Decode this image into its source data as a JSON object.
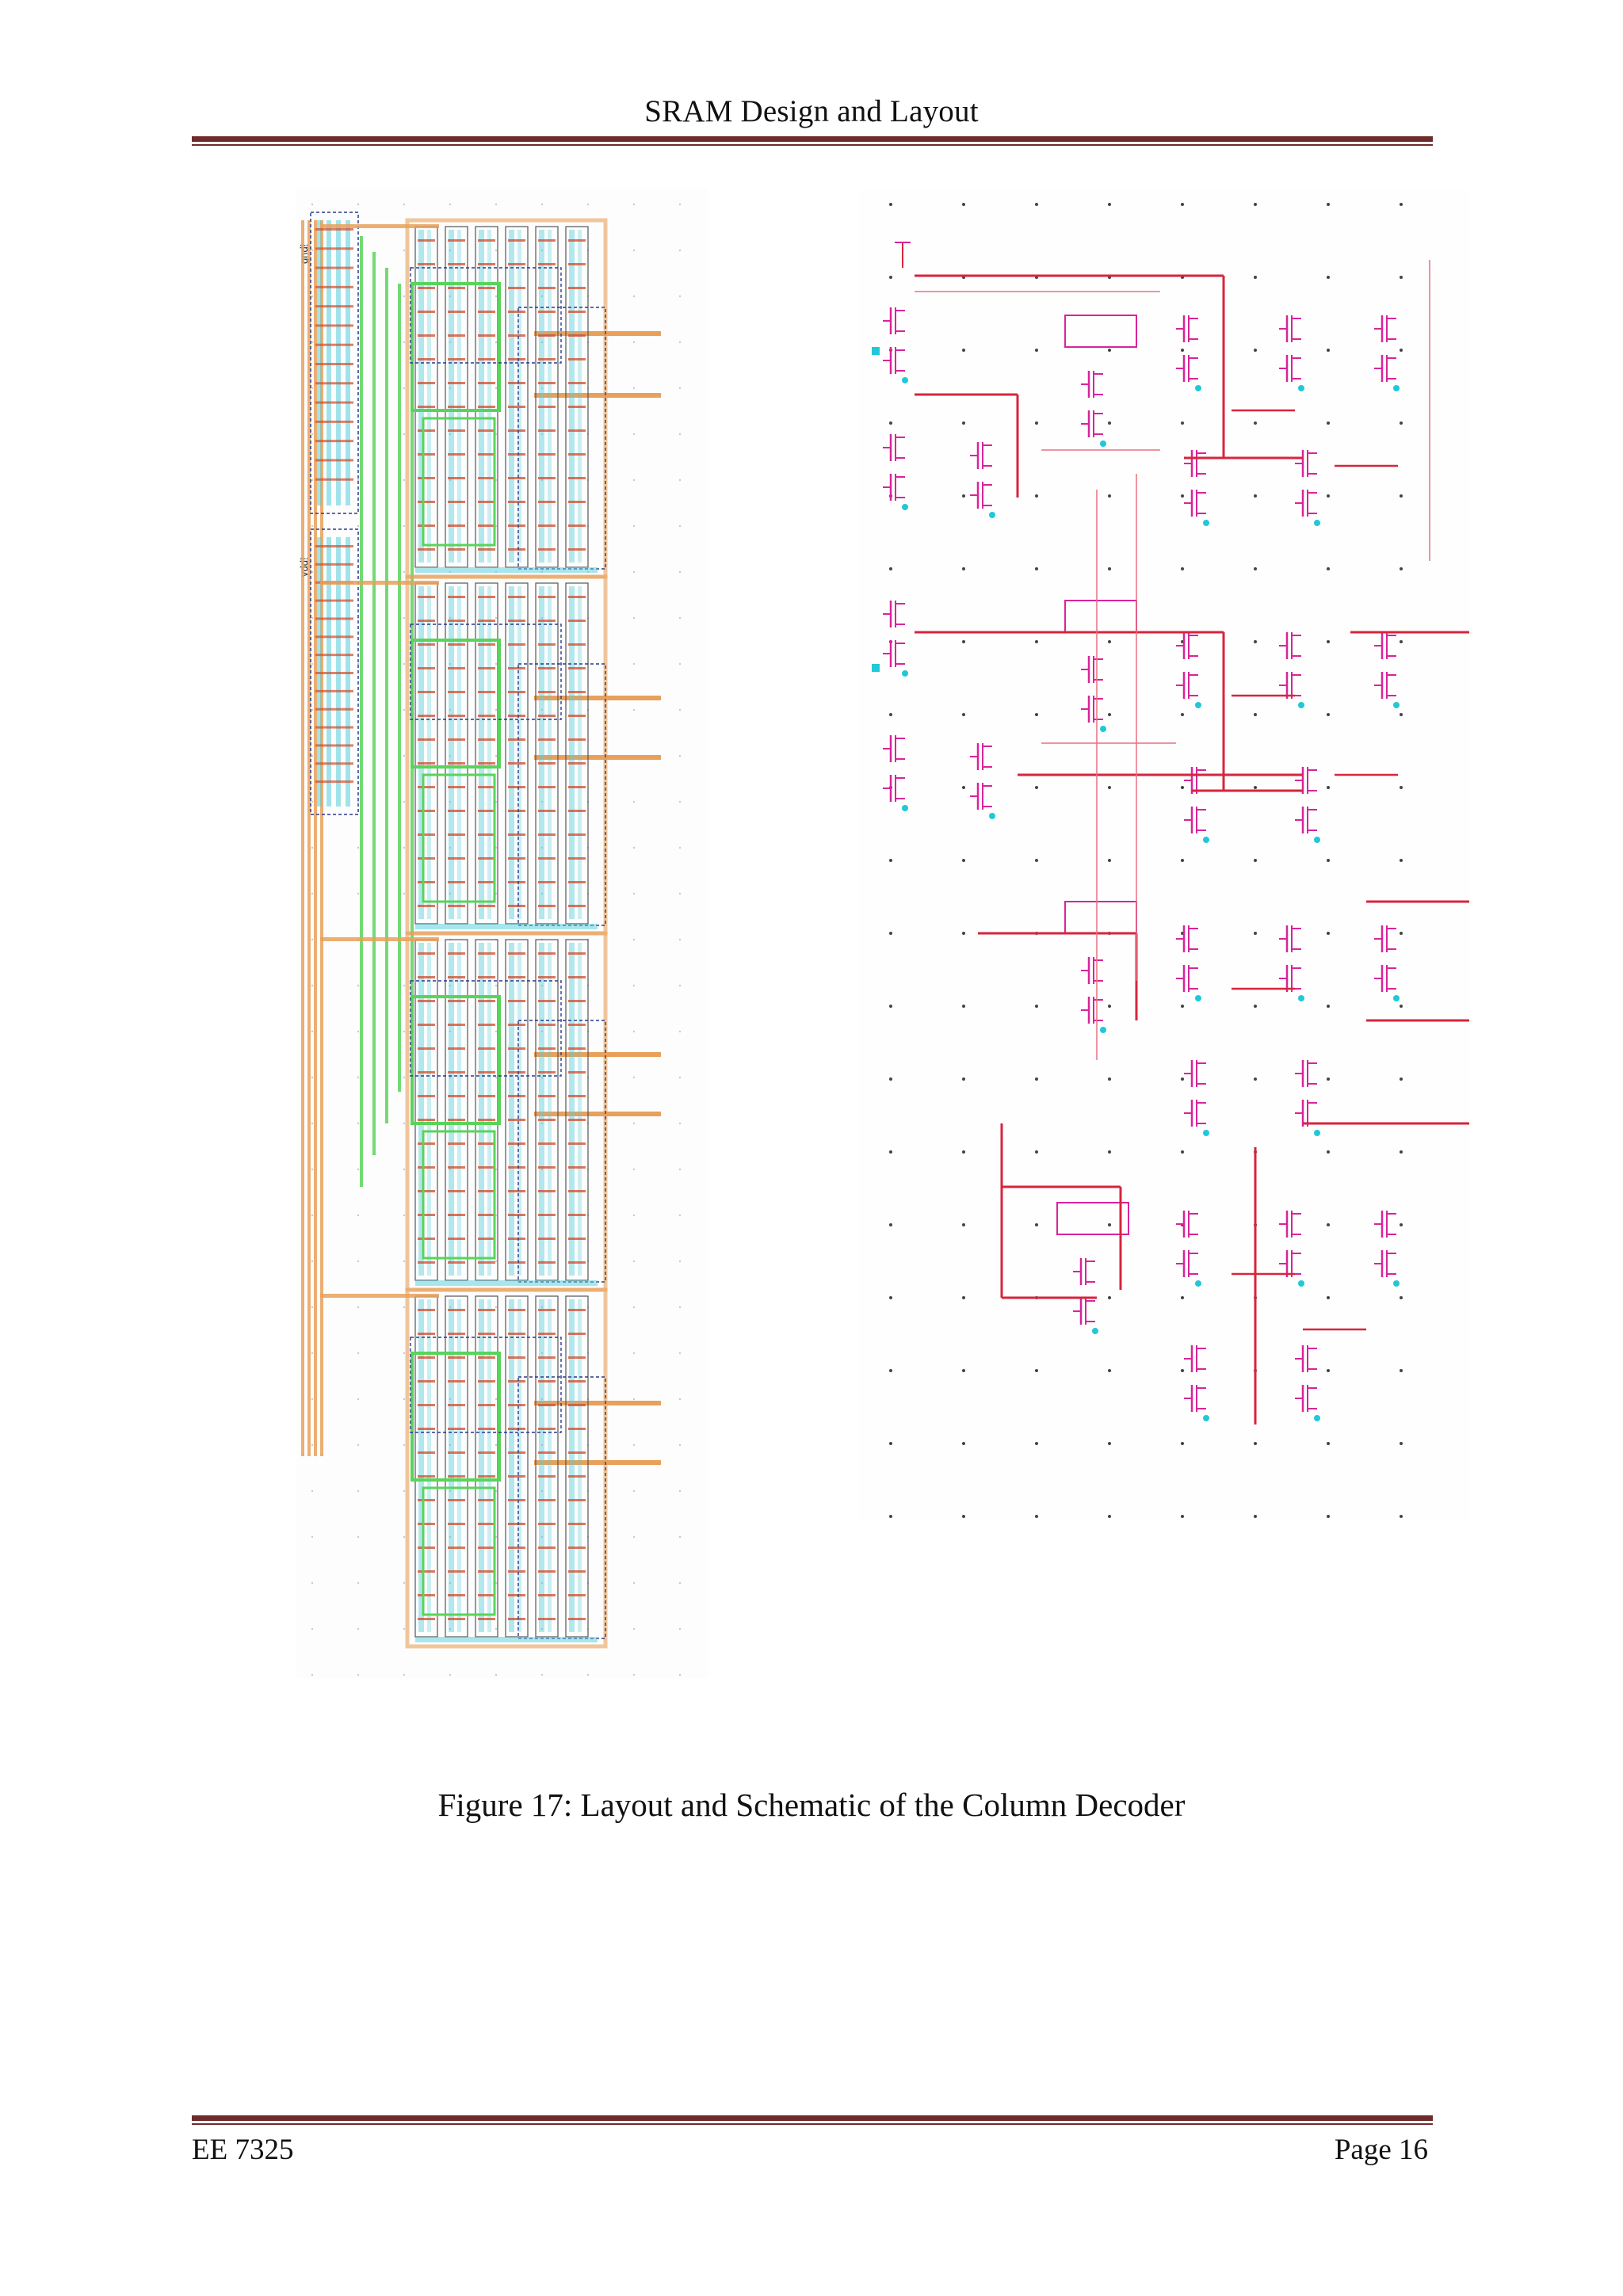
{
  "header": {
    "title": "SRAM Design and Layout"
  },
  "figure": {
    "caption": "Figure 17: Layout and Schematic of the Column Decoder",
    "layout_labels": {
      "top_vdd": "gnd!",
      "mid_vdd": "vdd!"
    },
    "colors": {
      "rule": "#6e2b2b",
      "metal_orange": "#e8a05a",
      "poly_green": "#59d45a",
      "diff_cyan": "#56cddc",
      "contact_red": "#d24a2a",
      "nwell_navy": "#2a3a8a",
      "schematic_wire": "#d8243c",
      "schematic_device": "#d8249a",
      "schematic_pin": "#20c8d8"
    }
  },
  "footer": {
    "left": "EE 7325",
    "right": "Page 16"
  }
}
